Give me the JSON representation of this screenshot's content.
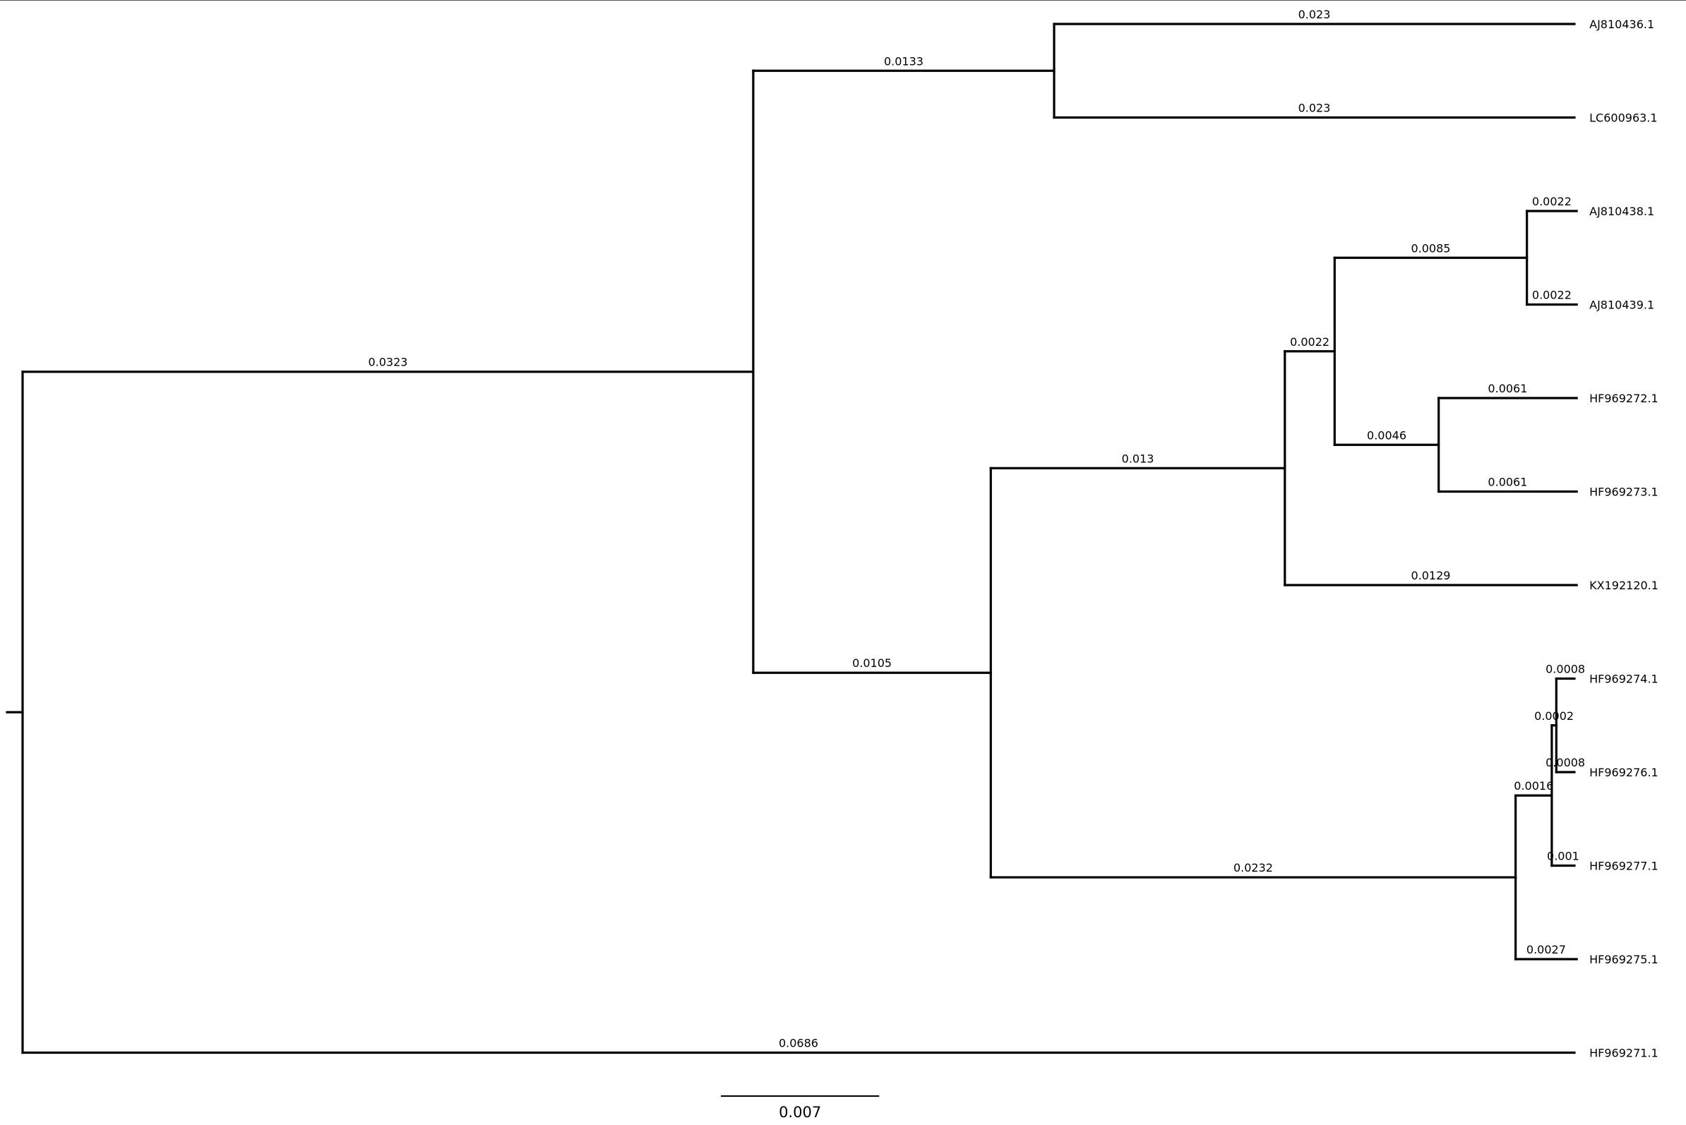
{
  "tree": {
    "root": "n0",
    "nodes": [
      {
        "id": "n0",
        "parent": null,
        "length": 0
      },
      {
        "id": "n1",
        "parent": "n0",
        "length": 0.0323,
        "label": "0.0323"
      },
      {
        "id": "n2",
        "parent": "n1",
        "length": 0.0133,
        "label": "0.0133"
      },
      {
        "id": "AJ810436",
        "parent": "n2",
        "length": 0.023,
        "label": "0.023",
        "name": "AJ810436.1"
      },
      {
        "id": "LC600963",
        "parent": "n2",
        "length": 0.023,
        "label": "0.023",
        "name": "LC600963.1"
      },
      {
        "id": "n3",
        "parent": "n1",
        "length": 0.0105,
        "label": "0.0105"
      },
      {
        "id": "n4",
        "parent": "n3",
        "length": 0.013,
        "label": "0.013"
      },
      {
        "id": "n5",
        "parent": "n4",
        "length": 0.0022,
        "label": "0.0022"
      },
      {
        "id": "n6",
        "parent": "n5",
        "length": 0.0085,
        "label": "0.0085"
      },
      {
        "id": "AJ810438",
        "parent": "n6",
        "length": 0.0022,
        "label": "0.0022",
        "name": "AJ810438.1"
      },
      {
        "id": "AJ810439",
        "parent": "n6",
        "length": 0.0022,
        "label": "0.0022",
        "name": "AJ810439.1"
      },
      {
        "id": "n7",
        "parent": "n5",
        "length": 0.0046,
        "label": "0.0046"
      },
      {
        "id": "HF969272",
        "parent": "n7",
        "length": 0.0061,
        "label": "0.0061",
        "name": "HF969272.1"
      },
      {
        "id": "HF969273",
        "parent": "n7",
        "length": 0.0061,
        "label": "0.0061",
        "name": "HF969273.1"
      },
      {
        "id": "KX192120",
        "parent": "n4",
        "length": 0.0129,
        "label": "0.0129",
        "name": "KX192120.1"
      },
      {
        "id": "n8",
        "parent": "n3",
        "length": 0.0232,
        "label": "0.0232"
      },
      {
        "id": "n9",
        "parent": "n8",
        "length": 0.0016,
        "label": "0.0016"
      },
      {
        "id": "n10",
        "parent": "n9",
        "length": 0.0002,
        "label": "0.0002"
      },
      {
        "id": "HF969274",
        "parent": "n10",
        "length": 0.0008,
        "label": "0.0008",
        "name": "HF969274.1"
      },
      {
        "id": "HF969276",
        "parent": "n10",
        "length": 0.0008,
        "label": "0.0008",
        "name": "HF969276.1"
      },
      {
        "id": "HF969277",
        "parent": "n9",
        "length": 0.001,
        "label": "0.001",
        "name": "HF969277.1"
      },
      {
        "id": "HF969275",
        "parent": "n8",
        "length": 0.0027,
        "label": "0.0027",
        "name": "HF969275.1"
      },
      {
        "id": "HF969271",
        "parent": "n0",
        "length": 0.0686,
        "label": "0.0686",
        "name": "HF969271.1"
      }
    ]
  },
  "scale_bar": {
    "length": 0.007,
    "label": "0.007"
  },
  "colors": {
    "line": "#000000",
    "text": "#000000",
    "background": "#ffffff",
    "frame": "#555555"
  }
}
